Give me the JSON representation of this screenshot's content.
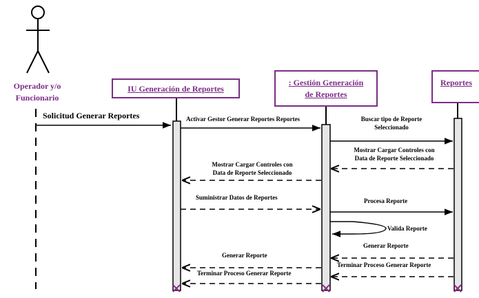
{
  "actor": {
    "line1": "Operador y/o",
    "line2": "Funcionario"
  },
  "objects": {
    "iu": "IU Generación de Reportes",
    "gestion_line1": ": Gestión Generación",
    "gestion_line2": "de Reportes",
    "reportes": "Reportes"
  },
  "messages": {
    "m1": "Solicitud  Generar Reportes",
    "m2": "Activar Gestor Generar Reportes Reportes",
    "m3_line1": "Buscar tipo de Reporte",
    "m3_line2": "Seleccionado",
    "m4_line1": "Mostrar Cargar Controles con",
    "m4_line2": "Data  de Reporte Seleccionado",
    "m5_line1": "Mostrar Cargar Controles con",
    "m5_line2": "Data  de Reporte Seleccionado",
    "m6": "Suministrar Datos de Reportes",
    "m7": "Procesa Reporte",
    "m8": "Valida Reporte",
    "m9": "Generar Reporte",
    "m10": "Terminar Proceso Generar Reporte",
    "m11": "Generar Reporte",
    "m12": "Terminar Proceso Generar Reporte"
  },
  "colors": {
    "accent": "#7b2d86",
    "line": "#000000"
  }
}
